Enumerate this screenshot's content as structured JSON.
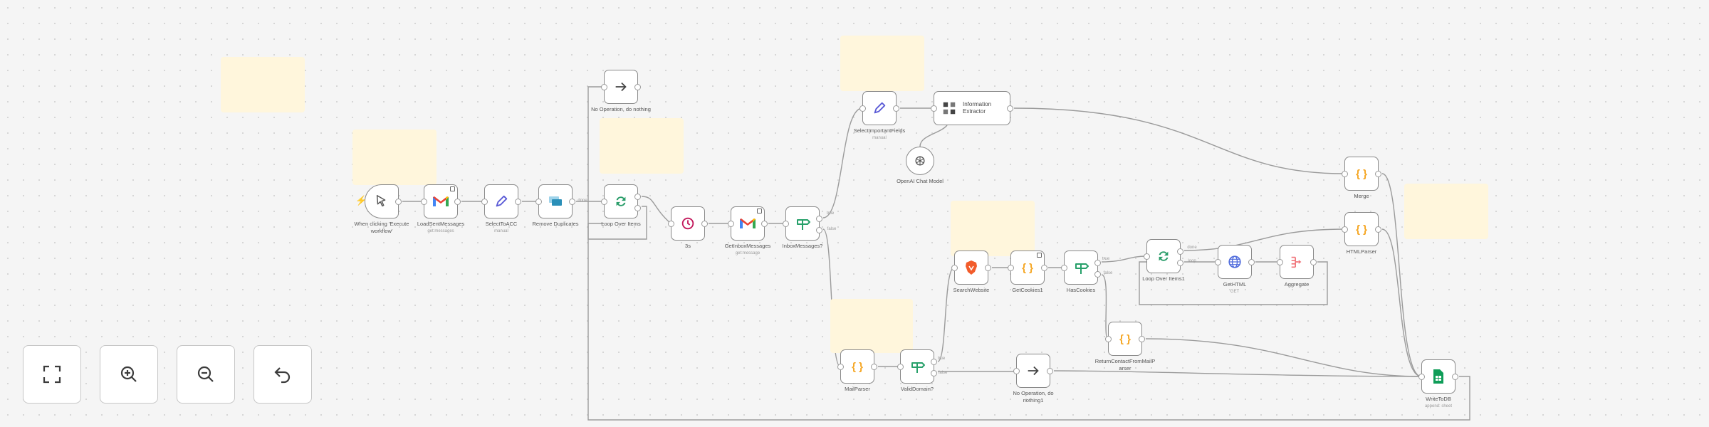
{
  "canvas": {
    "nodes": [
      {
        "id": "n1",
        "label": "When clicking 'Execute workflow'",
        "sub": "",
        "icon": "cursor-icon"
      },
      {
        "id": "n2",
        "label": "LoadSentMessages",
        "sub": "get:messages",
        "icon": "gmail-icon"
      },
      {
        "id": "n3",
        "label": "SelectToACC",
        "sub": "manual",
        "icon": "pencil-icon"
      },
      {
        "id": "n4",
        "label": "Remove Duplicates",
        "sub": "",
        "icon": "remove-duplicates-icon"
      },
      {
        "id": "n5",
        "label": "Loop Over Items",
        "sub": "",
        "icon": "loop-icon"
      },
      {
        "id": "n6",
        "label": "No Operation, do nothing",
        "sub": "",
        "icon": "arrow-right-icon"
      },
      {
        "id": "n7",
        "label": "3s",
        "sub": "",
        "icon": "wait-icon"
      },
      {
        "id": "n8",
        "label": "GetInboxMessages",
        "sub": "get:message",
        "icon": "gmail-icon"
      },
      {
        "id": "n9",
        "label": "InboxMessages?",
        "sub": "",
        "icon": "if-icon"
      },
      {
        "id": "n10",
        "label": "SelectImportantFields",
        "sub": "manual",
        "icon": "pencil-icon"
      },
      {
        "id": "n11",
        "label": "Information Extractor",
        "sub": "",
        "icon": "extractor-icon"
      },
      {
        "id": "n12",
        "label": "OpenAI Chat Model",
        "sub": "",
        "icon": "openai-icon"
      },
      {
        "id": "n13",
        "label": "Merge",
        "sub": "",
        "icon": "code-icon"
      },
      {
        "id": "n14",
        "label": "SearchWebsite",
        "sub": "",
        "icon": "brave-icon"
      },
      {
        "id": "n15",
        "label": "GetCookies1",
        "sub": "",
        "icon": "code-icon"
      },
      {
        "id": "n16",
        "label": "HasCookies",
        "sub": "",
        "icon": "if-icon"
      },
      {
        "id": "n17",
        "label": "Loop Over Items1",
        "sub": "",
        "icon": "loop-icon"
      },
      {
        "id": "n18",
        "label": "GetHTML",
        "sub": "GET",
        "icon": "globe-icon"
      },
      {
        "id": "n19",
        "label": "Aggregate",
        "sub": "",
        "icon": "aggregate-icon"
      },
      {
        "id": "n20",
        "label": "HTMLParser",
        "sub": "",
        "icon": "code-icon"
      },
      {
        "id": "n21",
        "label": "ReturnContactFromMailP arser",
        "sub": "",
        "icon": "code-icon"
      },
      {
        "id": "n22",
        "label": "MailParser",
        "sub": "",
        "icon": "code-icon"
      },
      {
        "id": "n23",
        "label": "ValidDomain?",
        "sub": "",
        "icon": "if-icon"
      },
      {
        "id": "n24",
        "label": "No Operation, do nothing1",
        "sub": "",
        "icon": "arrow-right-icon"
      },
      {
        "id": "n25",
        "label": "WriteToDB",
        "sub": "append: sheet",
        "icon": "sheets-icon"
      }
    ],
    "edge_labels": {
      "done": "done",
      "loop": "loop",
      "true": "true",
      "false": "false"
    },
    "colors": {
      "gmail_red": "#ea4335",
      "pencil": "#5b5bd6",
      "if_green": "#27a06a",
      "code_orange": "#f5a623",
      "loop_green": "#2a9d6a",
      "brave": "#f25c2b",
      "globe": "#4f6bdc",
      "aggregate": "#f0747a",
      "sheets": "#0f9d58",
      "wait": "#c2185b",
      "dedupe": "#2a8fb8"
    }
  },
  "controls": {
    "fit_view": "fit-view-icon",
    "zoom_in": "zoom-in-icon",
    "zoom_out": "zoom-out-icon",
    "reset": "undo-icon"
  }
}
